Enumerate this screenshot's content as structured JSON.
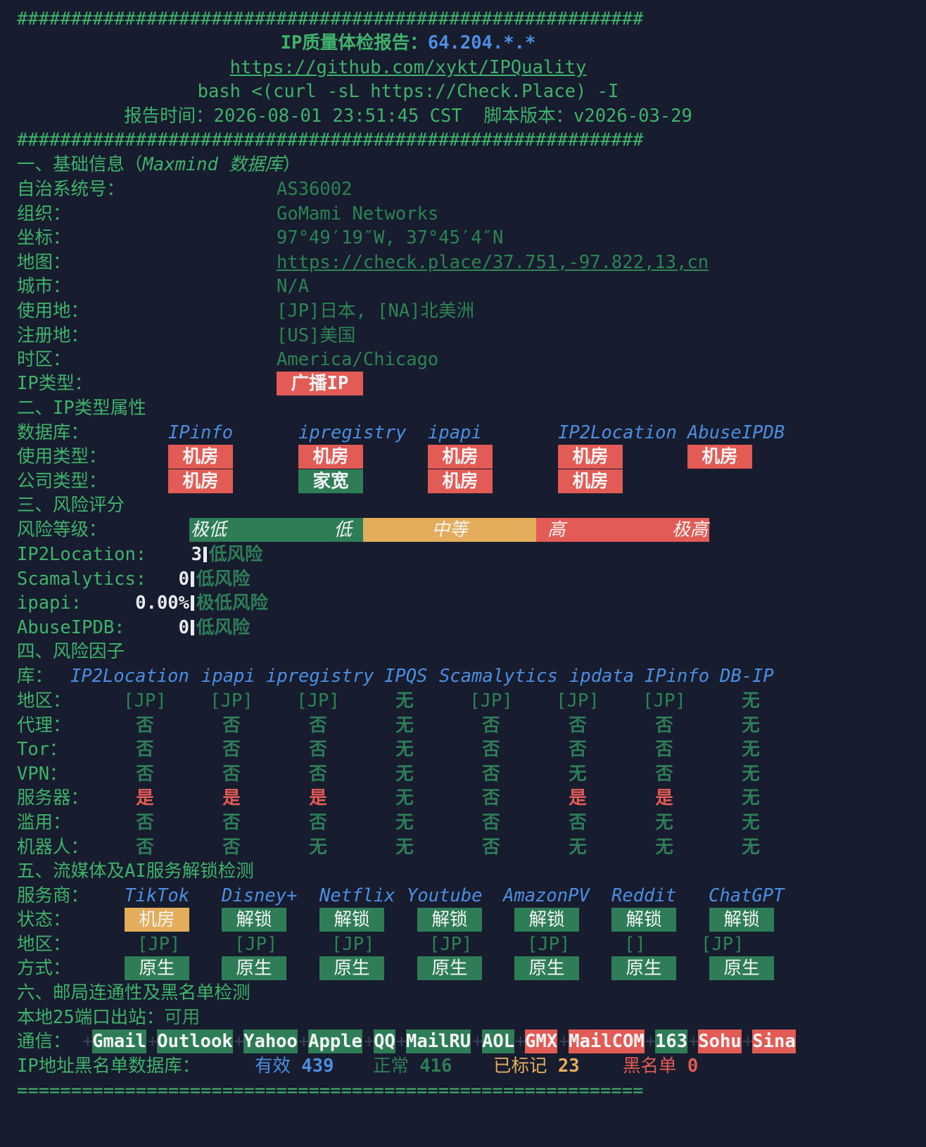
{
  "header": {
    "hash_line": "##########################################################",
    "title_label": "IP质量体检报告：",
    "title_ip": "64.204.*.*",
    "repo_url": "https://github.com/xykt/IPQuality",
    "command": "bash <(curl -sL https://Check.Place) -I",
    "report_time_label": "报告时间：",
    "report_time": "2026-08-01 23:51:45 CST",
    "version_label": "脚本版本：",
    "version": "v2026-03-29"
  },
  "basic": {
    "section_title": "一、基础信息（",
    "section_title_italic": "Maxmind 数据库",
    "section_title_end": "）",
    "rows": [
      {
        "label": "自治系统号：",
        "value": "AS36002"
      },
      {
        "label": "组织：",
        "value": "GoMami Networks"
      },
      {
        "label": "坐标：",
        "value": "97°49′19″W, 37°45′4″N"
      },
      {
        "label": "地图：",
        "value": "https://check.place/37.751,-97.822,13,cn"
      },
      {
        "label": "城市：",
        "value": "N/A"
      },
      {
        "label": "使用地：",
        "value": "[JP]日本, [NA]北美洲"
      },
      {
        "label": "注册地：",
        "value": "[US]美国"
      },
      {
        "label": "时区：",
        "value": "America/Chicago"
      }
    ],
    "ip_type_label": "IP类型：",
    "ip_type_value": "广播IP"
  },
  "ip_type_attr": {
    "section_title": "二、IP类型属性",
    "db_label": "数据库：",
    "databases": [
      "IPinfo",
      "ipregistry",
      "ipapi",
      "IP2Location",
      "AbuseIPDB"
    ],
    "usage_label": "使用类型：",
    "usage": [
      "机房",
      "机房",
      "机房",
      "机房",
      "机房"
    ],
    "company_label": "公司类型：",
    "company": [
      "机房",
      "家宽",
      "机房",
      "机房"
    ]
  },
  "risk_score": {
    "section_title": "三、风险评分",
    "level_label": "风险等级：",
    "scale": [
      "极低",
      "低",
      "中等",
      "高",
      "极高"
    ],
    "rows": [
      {
        "label": "IP2Location:",
        "value": "3",
        "text": "低风险"
      },
      {
        "label": "Scamalytics:",
        "value": "0",
        "text": "低风险"
      },
      {
        "label": "ipapi:",
        "value": "0.00%",
        "text": "极低风险"
      },
      {
        "label": "AbuseIPDB:",
        "value": "0",
        "text": "低风险"
      }
    ]
  },
  "risk_factors": {
    "section_title": "四、风险因子",
    "lib_label": "库：",
    "libraries": [
      "IP2Location",
      "ipapi",
      "ipregistry",
      "IPQS",
      "Scamalytics",
      "ipdata",
      "IPinfo",
      "DB-IP"
    ],
    "rows": [
      {
        "label": "地区：",
        "values": [
          "[JP]",
          "[JP]",
          "[JP]",
          "无",
          "[JP]",
          "[JP]",
          "[JP]",
          "无"
        ]
      },
      {
        "label": "代理：",
        "values": [
          "否",
          "否",
          "否",
          "无",
          "否",
          "否",
          "否",
          "无"
        ]
      },
      {
        "label": "Tor：",
        "values": [
          "否",
          "否",
          "否",
          "无",
          "否",
          "否",
          "否",
          "无"
        ]
      },
      {
        "label": "VPN：",
        "values": [
          "否",
          "否",
          "否",
          "无",
          "否",
          "无",
          "否",
          "无"
        ]
      },
      {
        "label": "服务器：",
        "values": [
          "是",
          "是",
          "是",
          "无",
          "否",
          "是",
          "是",
          "无"
        ]
      },
      {
        "label": "滥用：",
        "values": [
          "否",
          "否",
          "否",
          "无",
          "否",
          "否",
          "无",
          "无"
        ]
      },
      {
        "label": "机器人：",
        "values": [
          "否",
          "否",
          "无",
          "无",
          "否",
          "无",
          "无",
          "无"
        ]
      }
    ]
  },
  "streaming": {
    "section_title": "五、流媒体及AI服务解锁检测",
    "provider_label": "服务商：",
    "providers": [
      "TikTok",
      "Disney+",
      "Netflix",
      "Youtube",
      "AmazonPV",
      "Reddit",
      "ChatGPT"
    ],
    "status_label": "状态：",
    "status": [
      "机房",
      "解锁",
      "解锁",
      "解锁",
      "解锁",
      "解锁",
      "解锁"
    ],
    "region_label": "地区：",
    "regions": [
      "[JP]",
      "[JP]",
      "[JP]",
      "[JP]",
      "[JP]",
      "[]",
      "[JP]"
    ],
    "method_label": "方式：",
    "methods": [
      "原生",
      "原生",
      "原生",
      "原生",
      "原生",
      "原生",
      "原生"
    ]
  },
  "mail": {
    "section_title": "六、邮局连通性及黑名单检测",
    "port25_label": "本地25端口出站：",
    "port25_value": "可用",
    "comm_label": "通信：",
    "services": [
      {
        "name": "Gmail",
        "status": "ok"
      },
      {
        "name": "Outlook",
        "status": "ok"
      },
      {
        "name": "Yahoo",
        "status": "ok"
      },
      {
        "name": "Apple",
        "status": "ok"
      },
      {
        "name": "QQ",
        "status": "ok"
      },
      {
        "name": "MailRU",
        "status": "ok"
      },
      {
        "name": "AOL",
        "status": "ok"
      },
      {
        "name": "GMX",
        "status": "fail"
      },
      {
        "name": "MailCOM",
        "status": "fail"
      },
      {
        "name": "163",
        "status": "ok"
      },
      {
        "name": "Sohu",
        "status": "fail"
      },
      {
        "name": "Sina",
        "status": "fail"
      }
    ],
    "blacklist_label": "IP地址黑名单数据库：",
    "valid_label": "有效",
    "valid": "439",
    "normal_label": "正常",
    "normal": "416",
    "marked_label": "已标记",
    "marked": "23",
    "black_label": "黑名单",
    "black": "0",
    "footer_line": "=========================================================="
  },
  "colors": {
    "background": "#171c2e",
    "green_text": "#3fb26a",
    "blue_text": "#4d8ee0",
    "red_tag": "#e25b55",
    "green_tag": "#2e7d57",
    "orange_tag": "#e3ad5c"
  }
}
